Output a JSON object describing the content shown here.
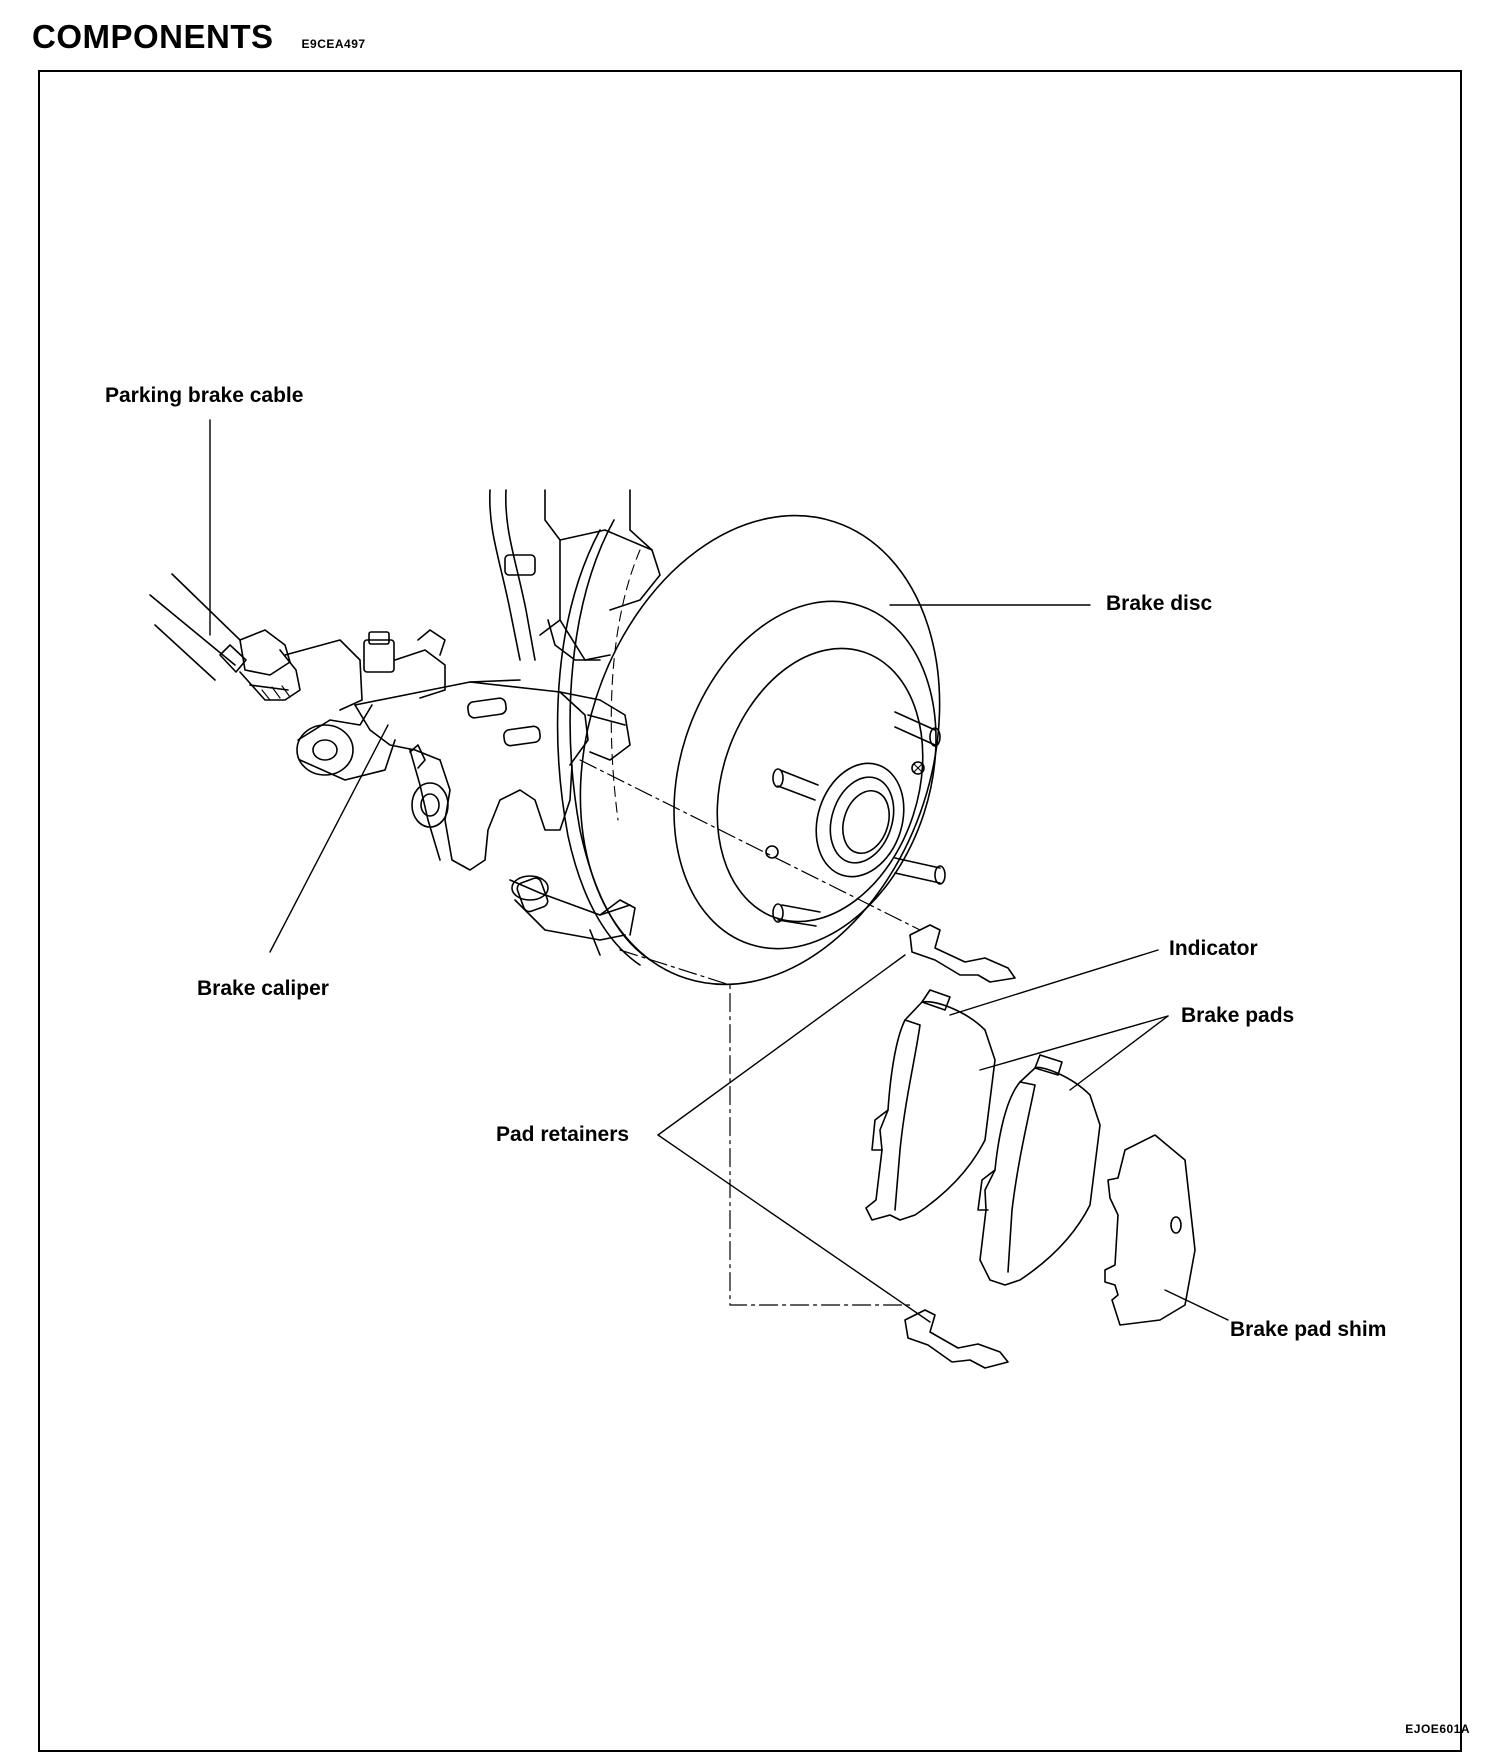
{
  "header": {
    "title": "COMPONENTS",
    "code": "E9CEA497"
  },
  "figure_code": "EJOE601A",
  "labels": {
    "parking_brake_cable": "Parking brake cable",
    "brake_disc": "Brake disc",
    "brake_caliper": "Brake caliper",
    "indicator": "Indicator",
    "brake_pads": "Brake pads",
    "pad_retainers": "Pad retainers",
    "brake_pad_shim": "Brake pad shim"
  }
}
